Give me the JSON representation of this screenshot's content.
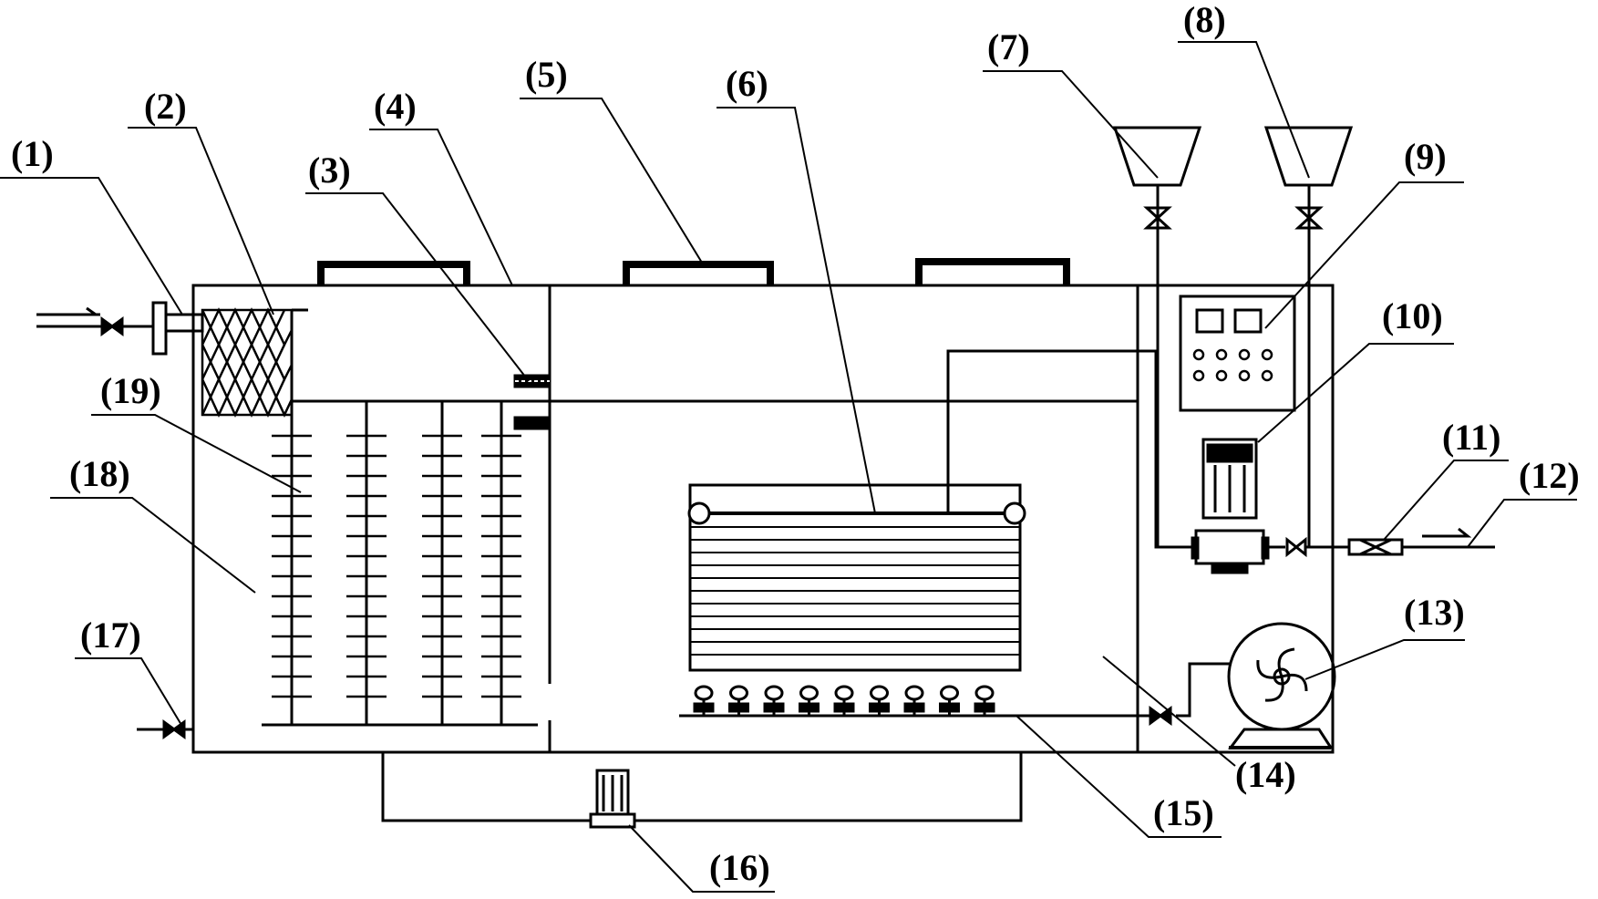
{
  "labels": {
    "l1": "(1)",
    "l2": "(2)",
    "l3": "(3)",
    "l4": "(4)",
    "l5": "(5)",
    "l6": "(6)",
    "l7": "(7)",
    "l8": "(8)",
    "l9": "(9)",
    "l10": "(10)",
    "l11": "(11)",
    "l12": "(12)",
    "l13": "(13)",
    "l14": "(14)",
    "l15": "(15)",
    "l16": "(16)",
    "l17": "(17)",
    "l18": "(18)",
    "l19": "(19)"
  }
}
